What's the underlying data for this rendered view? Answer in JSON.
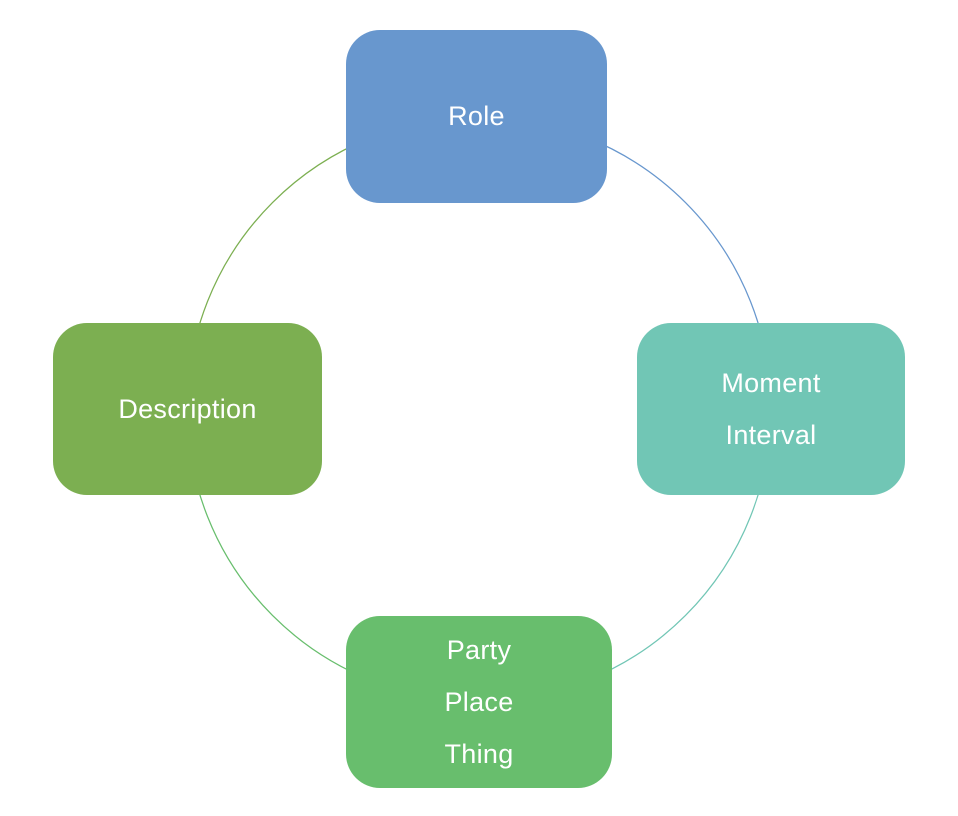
{
  "diagram": {
    "type": "cycle",
    "background": "#FFFFFF",
    "text_color": "#FFFFFF",
    "nodes": [
      {
        "id": "role",
        "label": "Role",
        "lines": [
          "Role"
        ],
        "color": "#6897CE",
        "position": "top"
      },
      {
        "id": "moment-interval",
        "label": "Moment Interval",
        "lines": [
          "Moment",
          "Interval"
        ],
        "color": "#71C6B5",
        "position": "right"
      },
      {
        "id": "party-place-thing",
        "label": "Party Place Thing",
        "lines": [
          "Party",
          "Place",
          "Thing"
        ],
        "color": "#68BE6D",
        "position": "bottom"
      },
      {
        "id": "description",
        "label": "Description",
        "lines": [
          "Description"
        ],
        "color": "#7CAF51",
        "position": "left"
      }
    ],
    "connectors": [
      {
        "from": "Role",
        "to": "Moment Interval",
        "color": "#6897CE"
      },
      {
        "from": "Moment Interval",
        "to": "Party Place Thing",
        "color": "#71C6B5"
      },
      {
        "from": "Party Place Thing",
        "to": "Description",
        "color": "#68BE6D"
      },
      {
        "from": "Description",
        "to": "Role",
        "color": "#7CAF51"
      }
    ]
  }
}
